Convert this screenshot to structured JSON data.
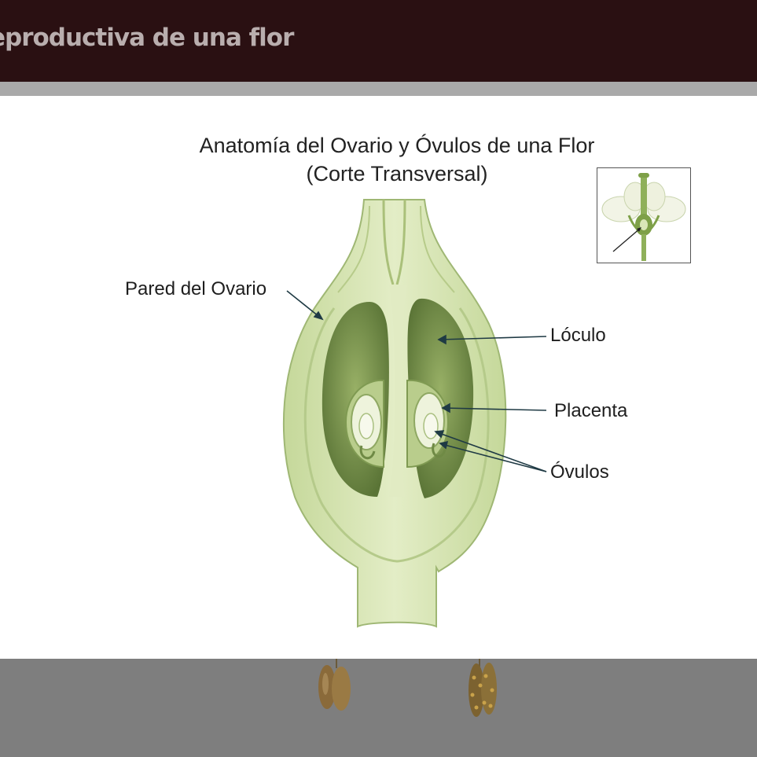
{
  "header": {
    "title": "eproductiva de una flor"
  },
  "diagram": {
    "title_line1": "Anatomía del Ovario y Óvulos de una Flor",
    "title_line2": "(Corte Transversal)",
    "labels": {
      "ovary_wall": "Pared del Ovario",
      "locule": "Lóculo",
      "placenta": "Placenta",
      "ovules": "Óvulos"
    }
  },
  "colors": {
    "header_bg": "#2a1012",
    "tissue_light": "#d9e6b8",
    "tissue_dark": "#5f7a3a",
    "pointer": "#1f3a44"
  }
}
